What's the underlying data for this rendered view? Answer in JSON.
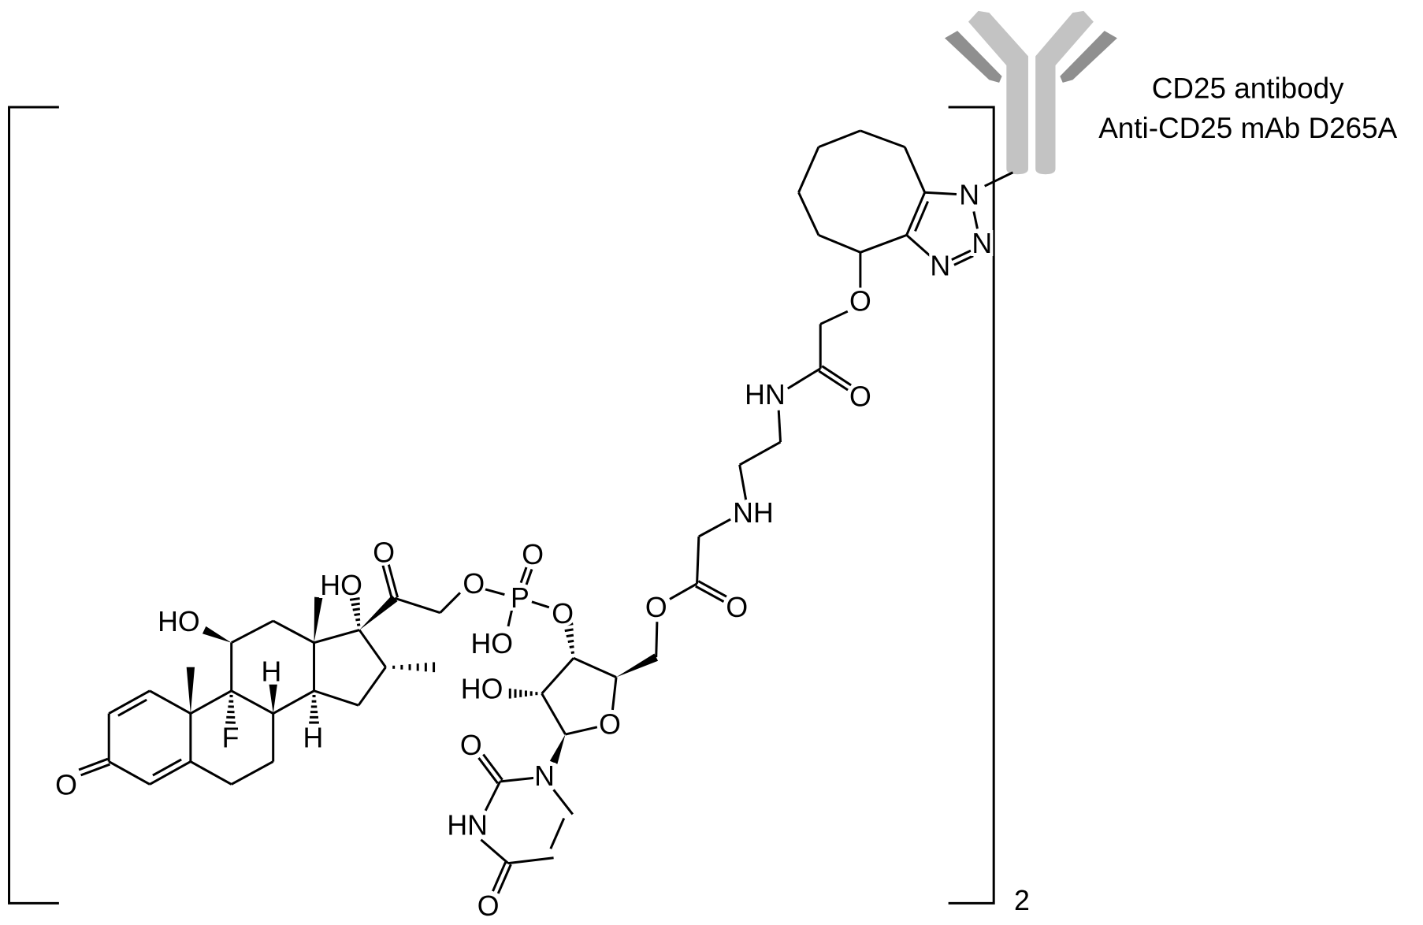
{
  "antibody": {
    "name": "CD25 antibody",
    "variant": "Anti-CD25 mAb D265A",
    "colors": {
      "light": "#c3c3c3",
      "dark": "#8f8f8f"
    }
  },
  "structure": {
    "atom_labels": [
      "HO",
      "F",
      "H",
      "H",
      "O",
      "HO",
      "O",
      "O",
      "P",
      "O",
      "HO",
      "O",
      "HO",
      "O",
      "O",
      "O",
      "NH",
      "N",
      "O",
      "HN",
      "O",
      "HN",
      "O",
      "O",
      "N",
      "N",
      "N"
    ],
    "bracket_subscript": "2"
  }
}
